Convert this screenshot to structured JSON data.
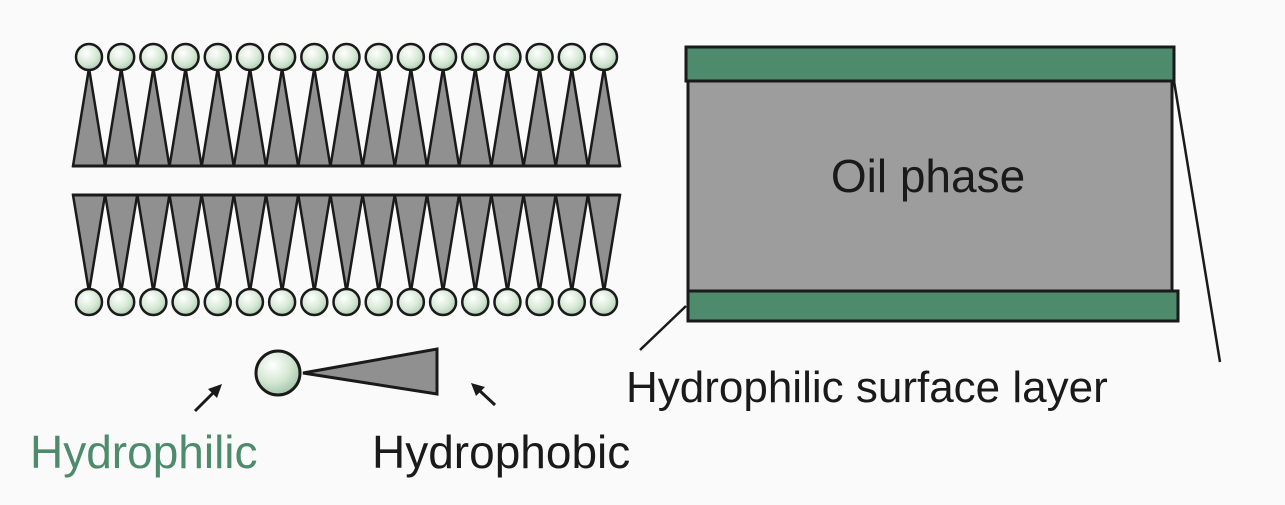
{
  "oil_block": {
    "label": "Oil phase"
  },
  "callouts": {
    "surface_layer": "Hydrophilic surface layer"
  },
  "legend": {
    "hydrophilic": "Hydrophilic",
    "hydrophobic": "Hydrophobic"
  },
  "bilayer": {
    "molecules_per_leaflet": 17
  },
  "colors": {
    "background": "#fafafa",
    "tail_fill": "#909090",
    "head_fill": "#d5e8d4",
    "outline": "#1a1a1a",
    "surface_layer": "#4e8b6c",
    "oil_fill": "#9d9d9d",
    "hydrophilic_text": "#4e8b6c",
    "dark_text": "#1a1a1a"
  }
}
